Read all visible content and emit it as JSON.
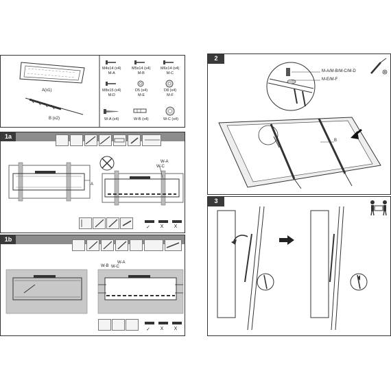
{
  "parts": {
    "A_label": "A(x1)",
    "B_label": "B (x2)",
    "screws": [
      {
        "name": "M4x14 (x4)",
        "code": "M-A"
      },
      {
        "name": "M5x14 (x4)",
        "code": "M-B"
      },
      {
        "name": "M6x14 (x4)",
        "code": "M-C"
      },
      {
        "name": "M8x15 (x4)",
        "code": "M-D"
      },
      {
        "name": "D5 (x4)",
        "code": "M-E"
      },
      {
        "name": "D8 (x4)",
        "code": "M-F"
      }
    ],
    "wall_parts": [
      {
        "name": "W-A (x4)"
      },
      {
        "name": "W-B (x4)"
      },
      {
        "name": "W-C (x4)"
      }
    ]
  },
  "steps": {
    "s1a": {
      "number": "1a",
      "callout_a": "A",
      "callout_wa": "W-A",
      "callout_wc": "W-C",
      "marks": [
        "✓",
        "X",
        "X"
      ]
    },
    "s1b": {
      "number": "1b",
      "callout_wb": "W-B",
      "callout_wa": "W-A",
      "callout_wc": "W-C",
      "marks": [
        "✓",
        "X",
        "X"
      ]
    },
    "s2": {
      "number": "2",
      "callout_screws": "M-A/M-B/M-C/M-D",
      "callout_washers": "M-E/M-F",
      "callout_b": "B"
    },
    "s3": {
      "number": "3"
    }
  }
}
